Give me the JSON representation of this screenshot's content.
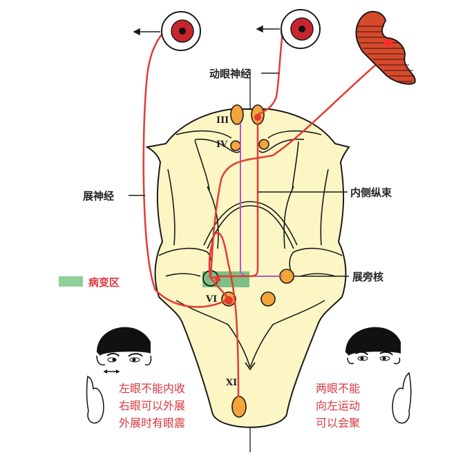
{
  "diagram": {
    "type": "neuroanatomy",
    "subject": "Internuclear ophthalmoplegia / medial longitudinal fasciculus lesion"
  },
  "labels": {
    "oculomotor_nerve": "动眼神经",
    "abducens_nerve": "展神经",
    "mlf": "内侧纵束",
    "paraabducens_nucleus": "展旁核",
    "lesion_area": "病变区"
  },
  "nuclei": {
    "III": "III",
    "IV": "IV",
    "VI": "VI",
    "XI": "XI"
  },
  "left_note": {
    "lines": [
      "左眼不能内收",
      "右眼可以外展",
      "外展时有眼震"
    ]
  },
  "right_note": {
    "lines": [
      "两眼不能",
      "向左运动",
      "可以会聚"
    ]
  },
  "colors": {
    "brainstem_fill": "#fbf6c4",
    "nucleus_fill": "#f3a53a",
    "nerve_red": "#e23b33",
    "mlf_purple": "#b456c8",
    "lesion_green": "#6fb97f",
    "label_red": "#d9363e",
    "outline": "#1a1a1a"
  }
}
